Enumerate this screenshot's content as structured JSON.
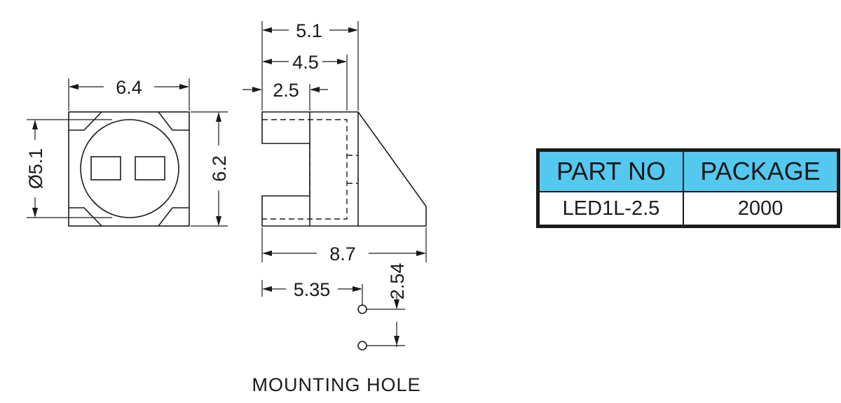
{
  "dimensions": {
    "top_width": "6.4",
    "top_diameter": "Ø5.1",
    "top_height": "6.2",
    "side_5_1": "5.1",
    "side_4_5": "4.5",
    "side_2_5": "2.5",
    "side_8_7": "8.7",
    "hole_5_35": "5.35",
    "hole_2_54": "2.54"
  },
  "caption": "MOUNTING HOLE",
  "table": {
    "header_color": "#55c8f0",
    "headers": [
      "PART NO",
      "PACKAGE"
    ],
    "rows": [
      [
        "LED1L-2.5",
        "2000"
      ]
    ]
  }
}
